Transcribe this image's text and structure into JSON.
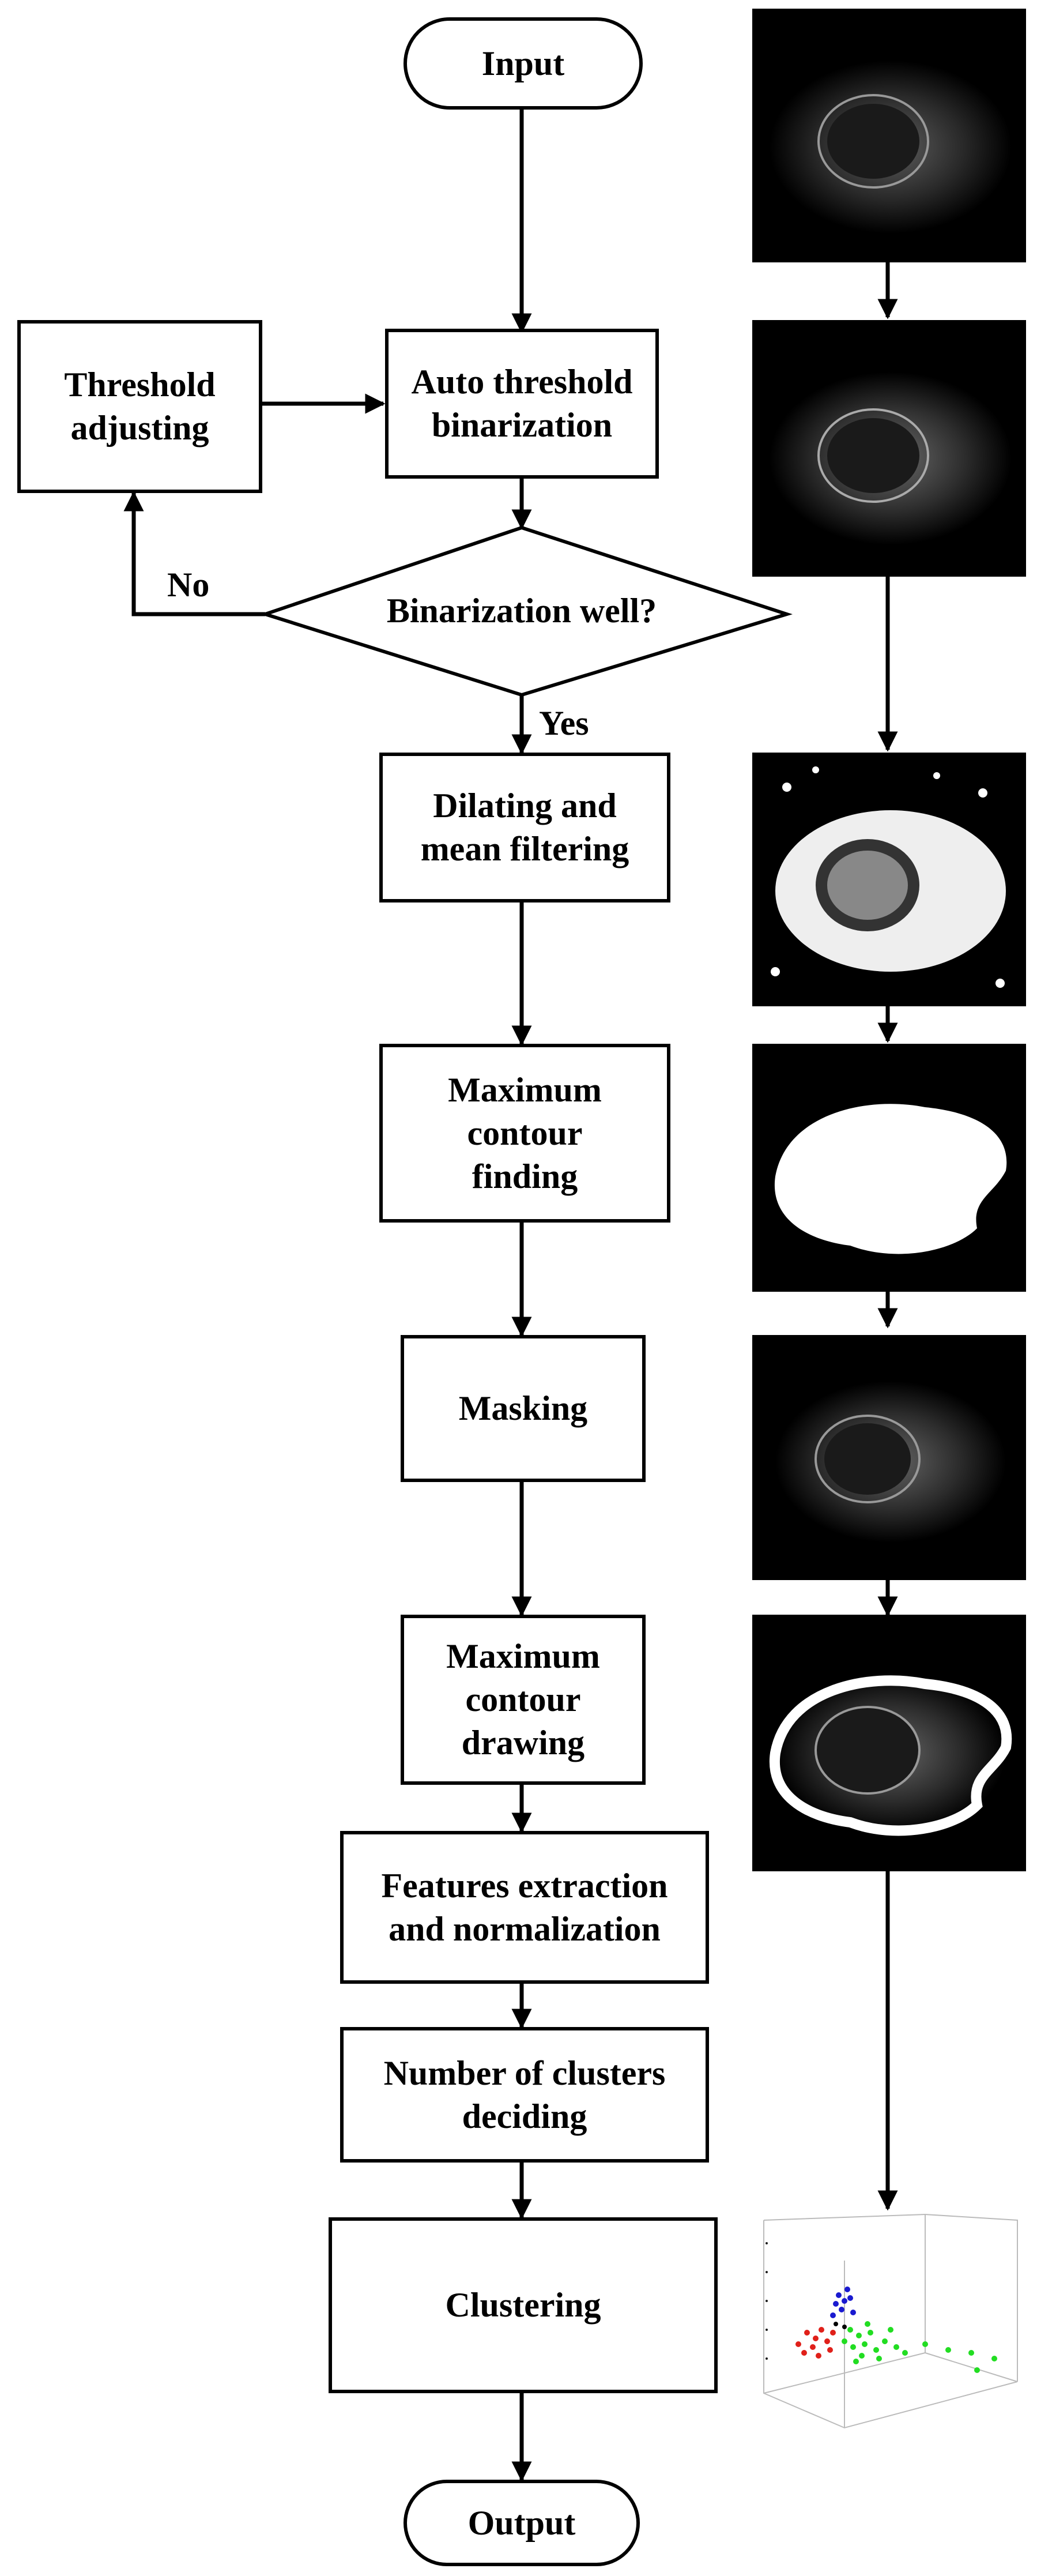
{
  "flowchart": {
    "input": "Input",
    "output": "Output",
    "threshold_adjusting": "Threshold\nadjusting",
    "auto_threshold": "Auto threshold\nbinarization",
    "decision": "Binarization well?",
    "no_label": "No",
    "yes_label": "Yes",
    "dilating": "Dilating and\nmean filtering",
    "max_contour_finding": "Maximum\ncontour\nfinding",
    "masking": "Masking",
    "max_contour_drawing": "Maximum\ncontour\ndrawing",
    "features": "Features extraction\nand normalization",
    "num_clusters": "Number of clusters\ndeciding",
    "clustering": "Clustering"
  },
  "colors": {
    "line": "#000000",
    "cluster_red": "#e0201a",
    "cluster_blue": "#1a1ad0",
    "cluster_green": "#22dd22"
  }
}
